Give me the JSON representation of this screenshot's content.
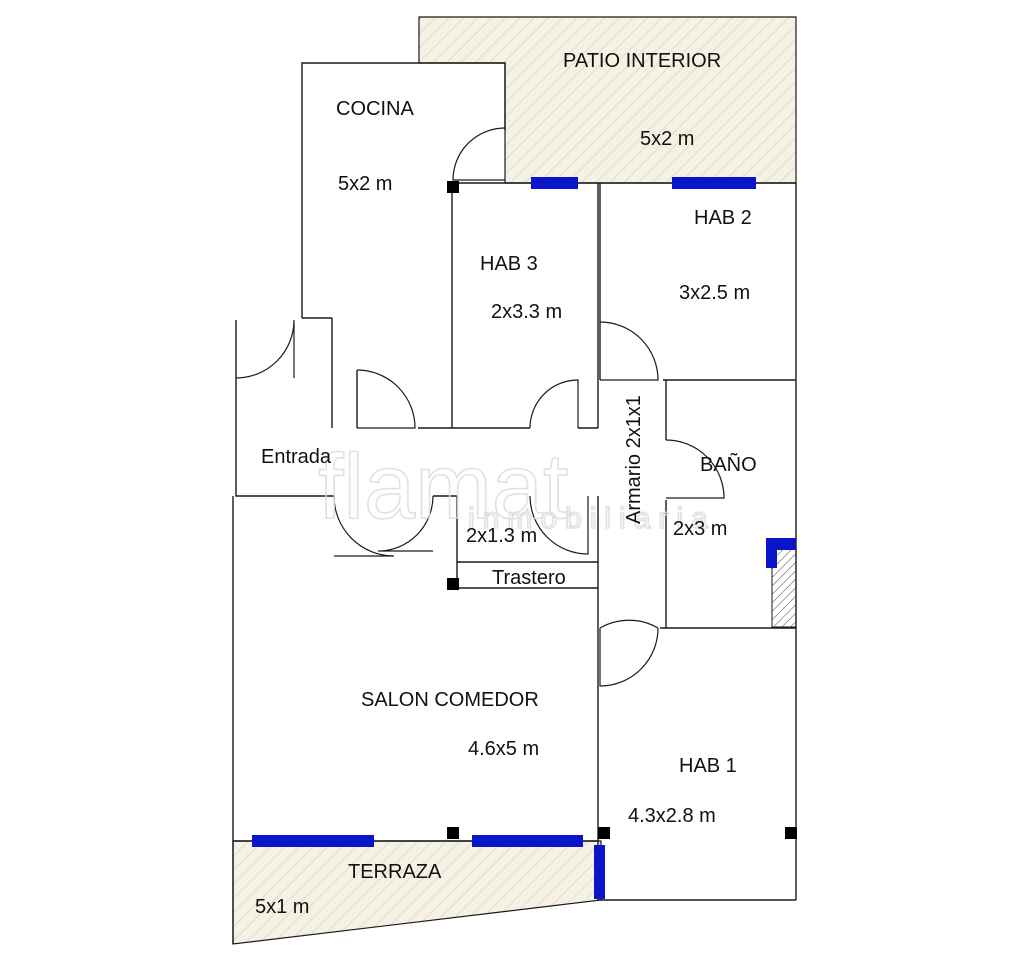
{
  "rooms": {
    "patio_interior": {
      "name": "PATIO INTERIOR",
      "size": "5x2 m"
    },
    "cocina": {
      "name": "COCINA",
      "size": "5x2 m"
    },
    "hab3": {
      "name": "HAB 3",
      "size": "2x3.3 m"
    },
    "hab2": {
      "name": "HAB 2",
      "size": "3x2.5 m"
    },
    "entrada": {
      "name": "Entrada"
    },
    "armario": {
      "name": "Armario 2x1x1"
    },
    "bano": {
      "name": "BAÑO",
      "size": "2x3 m"
    },
    "trastero": {
      "name": "Trastero",
      "size": "2x1.3 m"
    },
    "salon": {
      "name": "SALON COMEDOR",
      "size": "4.6x5 m"
    },
    "hab1": {
      "name": "HAB 1",
      "size": "4.3x2.8 m"
    },
    "terraza": {
      "name": "TERRAZA",
      "size": "5x1 m"
    }
  },
  "watermark": {
    "brand": "flamat",
    "sub": "inmobiliaria"
  },
  "colors": {
    "window": "#0a14c8",
    "hatch": "#f5f1e4",
    "wall": "#1a1a1a"
  }
}
